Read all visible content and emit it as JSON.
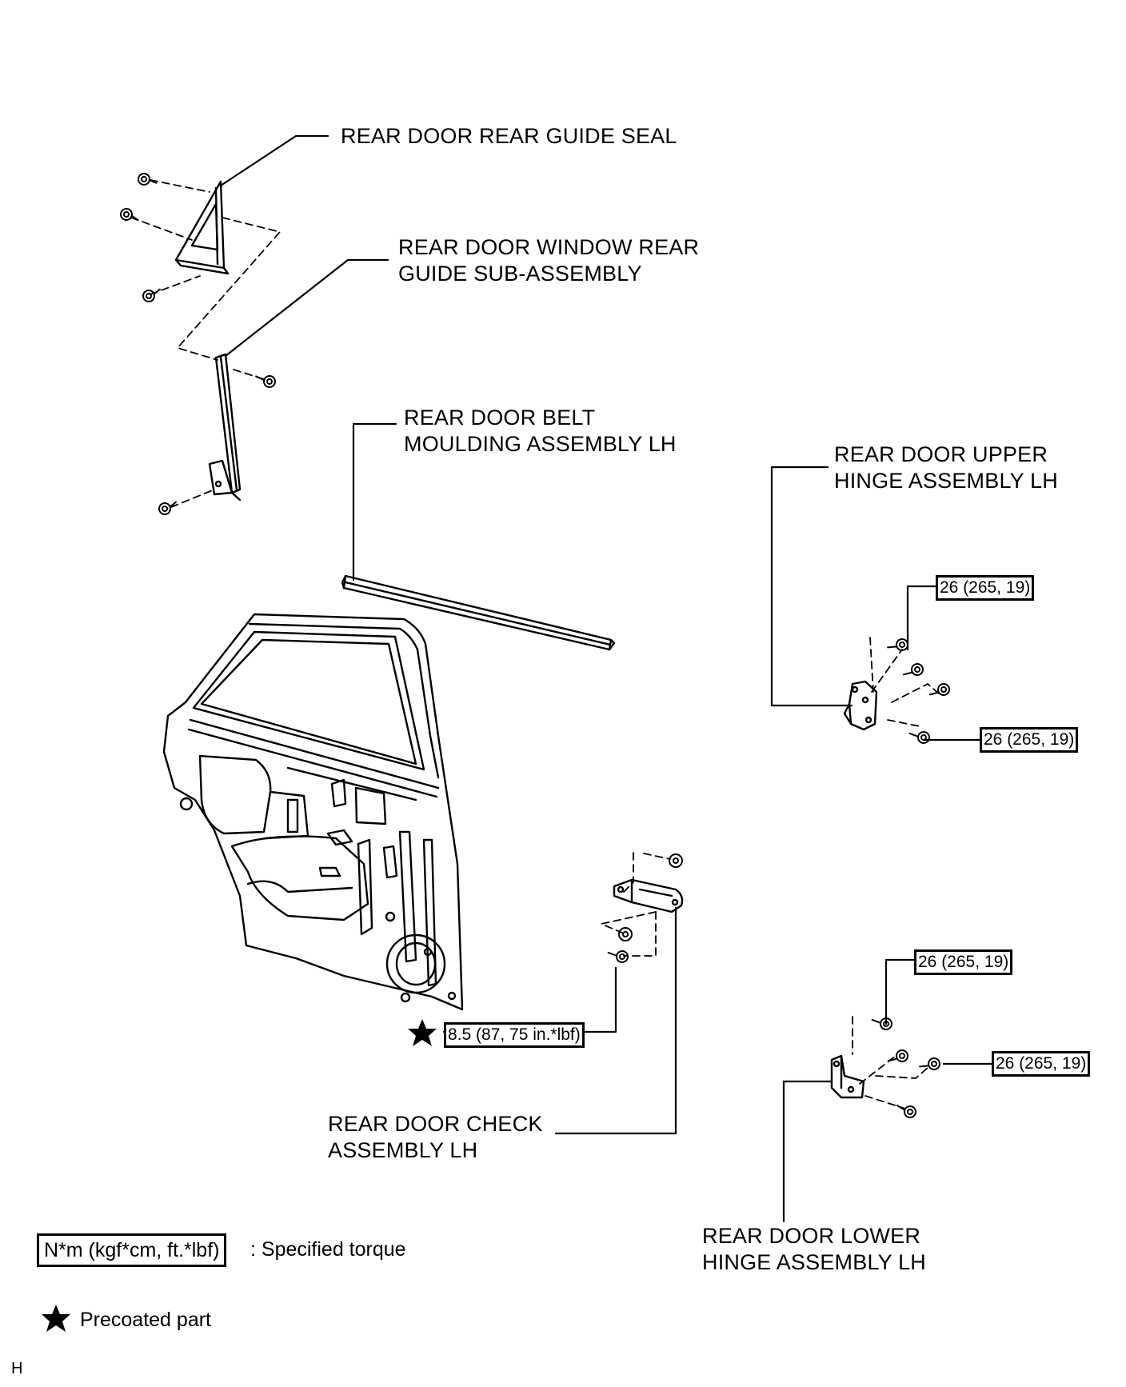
{
  "labels": {
    "rear_guide_seal": "REAR DOOR REAR GUIDE SEAL",
    "window_rear_guide_1": "REAR DOOR WINDOW REAR",
    "window_rear_guide_2": "GUIDE SUB-ASSEMBLY",
    "belt_moulding_1": "REAR DOOR BELT",
    "belt_moulding_2": "MOULDING ASSEMBLY LH",
    "upper_hinge_1": "REAR DOOR UPPER",
    "upper_hinge_2": "HINGE ASSEMBLY LH",
    "check_assembly_1": "REAR DOOR CHECK",
    "check_assembly_2": "ASSEMBLY LH",
    "lower_hinge_1": "REAR DOOR LOWER",
    "lower_hinge_2": "HINGE ASSEMBLY LH"
  },
  "torques": {
    "upper_hinge_top": "26 (265, 19)",
    "upper_hinge_bottom": "26 (265, 19)",
    "check_bolt": "8.5 (87, 75 in.*lbf)",
    "lower_hinge_top": "26 (265, 19)",
    "lower_hinge_side": "26 (265, 19)"
  },
  "legend": {
    "torque_unit": "N*m (kgf*cm, ft.*lbf)",
    "torque_desc": ": Specified torque",
    "precoat_desc": "Precoated part"
  },
  "corner_mark": "H",
  "icons": [
    "star-icon",
    "bolt-icon",
    "nut-icon"
  ]
}
